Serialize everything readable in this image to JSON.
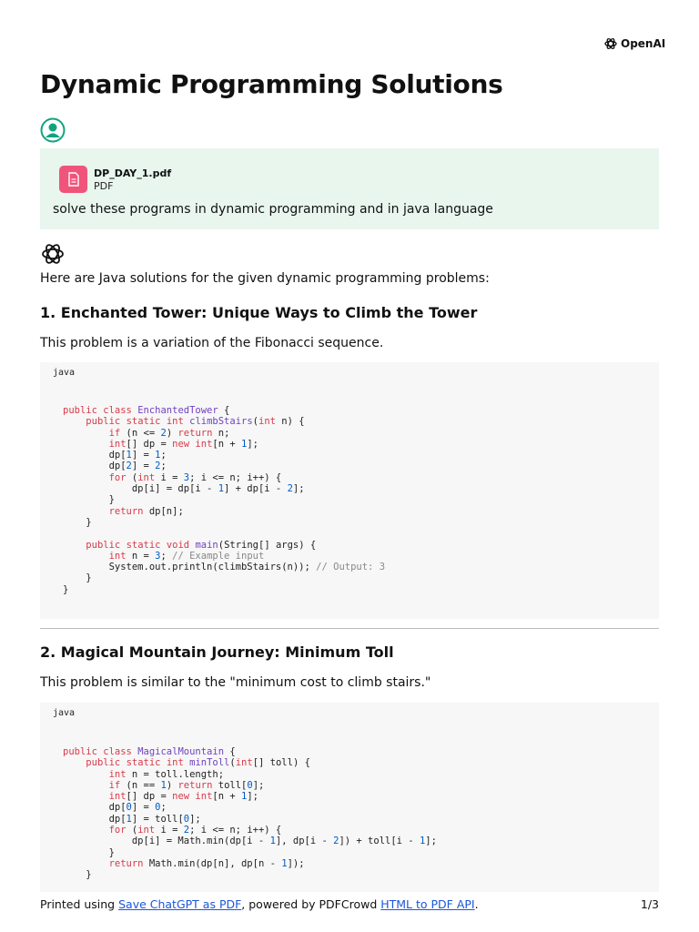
{
  "brand": {
    "name": "OpenAI"
  },
  "title": "Dynamic Programming Solutions",
  "user_message": {
    "attachment": {
      "file_name": "DP_DAY_1.pdf",
      "file_type": "PDF"
    },
    "text": "solve these programs in dynamic programming and in java language"
  },
  "response": {
    "intro": "Here are Java solutions for the given dynamic programming problems:",
    "sections": [
      {
        "heading": "1. Enchanted Tower: Unique Ways to Climb the Tower",
        "description": "This problem is a variation of the Fibonacci sequence.",
        "code_language": "java",
        "code_lines": [
          "public class EnchantedTower {",
          "    public static int climbStairs(int n) {",
          "        if (n <= 2) return n;",
          "        int[] dp = new int[n + 1];",
          "        dp[1] = 1;",
          "        dp[2] = 2;",
          "        for (int i = 3; i <= n; i++) {",
          "            dp[i] = dp[i - 1] + dp[i - 2];",
          "        }",
          "        return dp[n];",
          "    }",
          "",
          "    public static void main(String[] args) {",
          "        int n = 3; // Example input",
          "        System.out.println(climbStairs(n)); // Output: 3",
          "    }",
          "}"
        ]
      },
      {
        "heading": "2. Magical Mountain Journey: Minimum Toll",
        "description": "This problem is similar to the \"minimum cost to climb stairs.\"",
        "code_language": "java",
        "code_lines": [
          "public class MagicalMountain {",
          "    public static int minToll(int[] toll) {",
          "        int n = toll.length;",
          "        if (n == 1) return toll[0];",
          "        int[] dp = new int[n + 1];",
          "        dp[0] = 0;",
          "        dp[1] = toll[0];",
          "        for (int i = 2; i <= n; i++) {",
          "            dp[i] = Math.min(dp[i - 1], dp[i - 2]) + toll[i - 1];",
          "        }",
          "        return Math.min(dp[n], dp[n - 1]);",
          "    }"
        ]
      }
    ]
  },
  "footer": {
    "prefix": "Printed using ",
    "link1": "Save ChatGPT as PDF",
    "middle": ", powered by PDFCrowd ",
    "link2": "HTML to PDF API",
    "suffix": ".",
    "page": "1/3"
  },
  "colors": {
    "user_bg": "#e8f6ee",
    "code_bg": "#f7f7f7",
    "keyword": "#d73a49",
    "type": "#6f42c1",
    "number": "#005cc5",
    "comment": "#888888",
    "link": "#1a56db",
    "file_icon": "#f0547a",
    "avatar": "#10a37f"
  },
  "icons": {
    "brand": "openai-logo-icon",
    "avatar": "user-avatar-icon",
    "file": "document-icon",
    "assistant": "openai-logo-icon"
  }
}
